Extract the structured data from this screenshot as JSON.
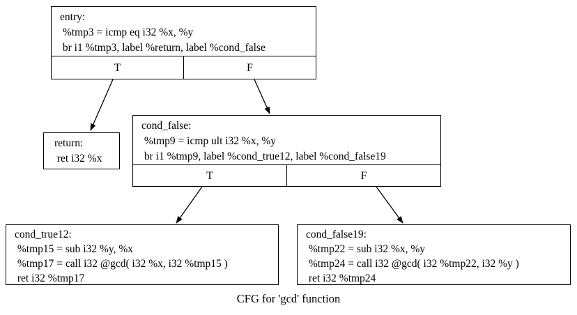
{
  "caption": "CFG for 'gcd' function",
  "colors": {
    "background": "#ffffff",
    "border": "#000000",
    "text": "#000000"
  },
  "nodes": {
    "entry": {
      "lines": [
        "entry:",
        " %tmp3 = icmp eq i32 %x, %y",
        " br i1 %tmp3, label %return, label %cond_false"
      ],
      "ports": {
        "true": "T",
        "false": "F"
      }
    },
    "return": {
      "lines": [
        "return:",
        " ret i32 %x"
      ]
    },
    "cond_false": {
      "lines": [
        "cond_false:",
        " %tmp9 = icmp ult i32 %x, %y",
        " br i1 %tmp9, label %cond_true12, label %cond_false19"
      ],
      "ports": {
        "true": "T",
        "false": "F"
      }
    },
    "cond_true12": {
      "lines": [
        "cond_true12:",
        " %tmp15 = sub i32 %y, %x",
        " %tmp17 = call i32 @gcd( i32 %x, i32 %tmp15 )",
        " ret i32 %tmp17"
      ]
    },
    "cond_false19": {
      "lines": [
        "cond_false19:",
        " %tmp22 = sub i32 %x, %y",
        " %tmp24 = call i32 @gcd( i32 %tmp22, i32 %y )",
        " ret i32 %tmp24"
      ]
    }
  },
  "edges": [
    {
      "from": "entry:T",
      "to": "return"
    },
    {
      "from": "entry:F",
      "to": "cond_false"
    },
    {
      "from": "cond_false:T",
      "to": "cond_true12"
    },
    {
      "from": "cond_false:F",
      "to": "cond_false19"
    }
  ]
}
